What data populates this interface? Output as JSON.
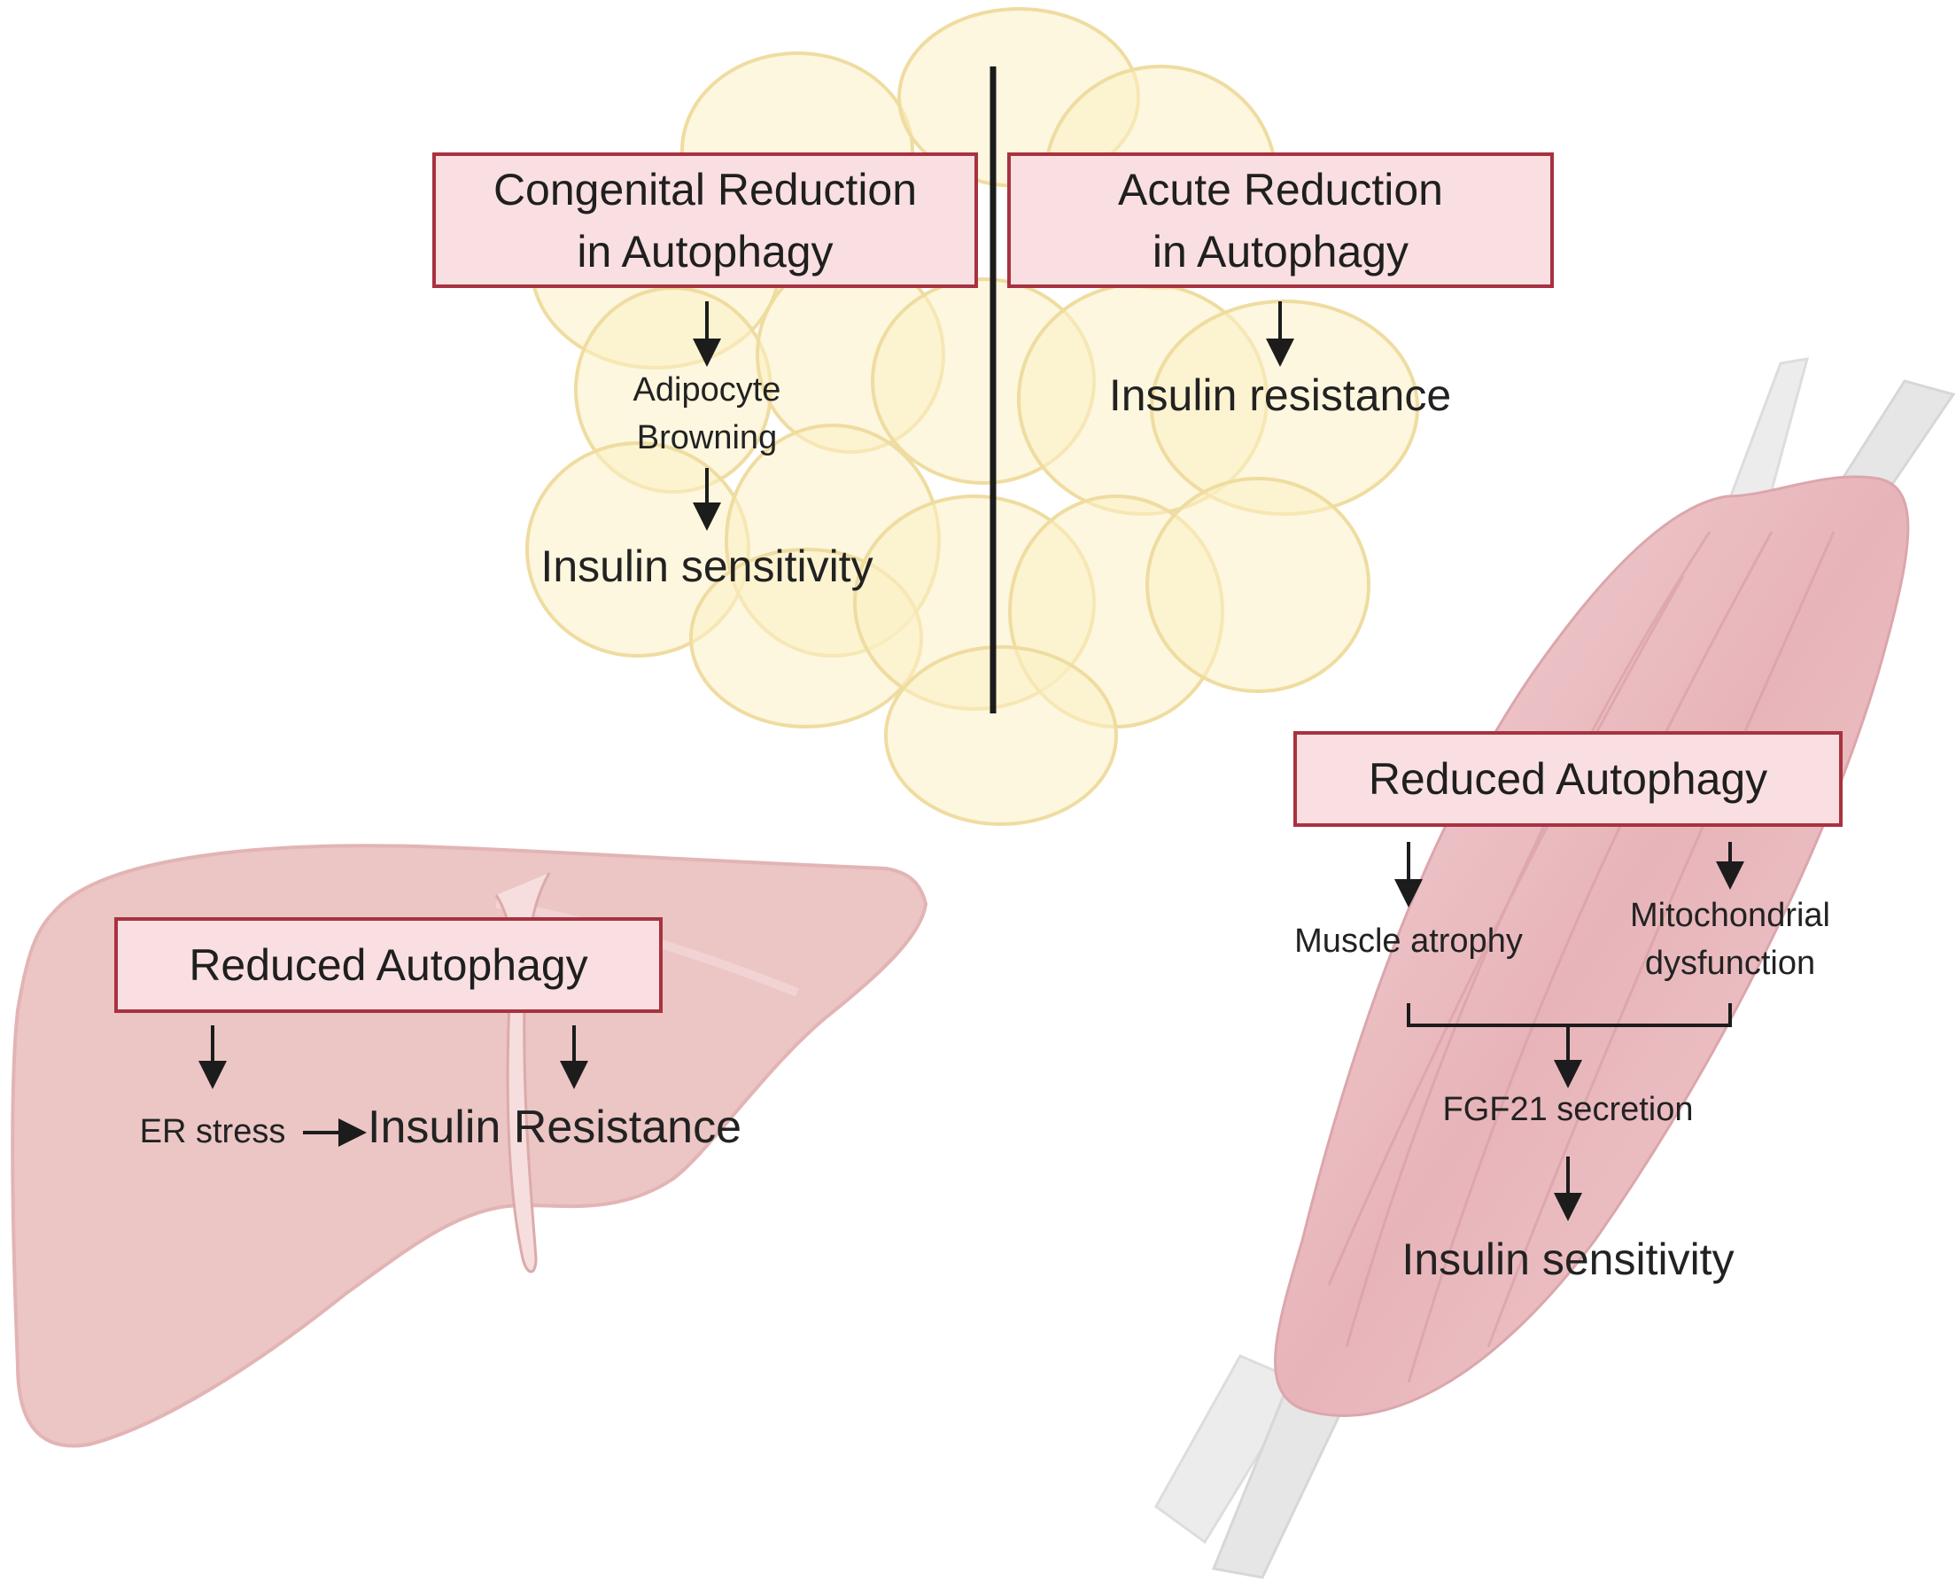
{
  "adipose": {
    "congenital_box": {
      "line1": "Congenital Reduction",
      "line2": "in Autophagy"
    },
    "acute_box": {
      "line1": "Acute Reduction",
      "line2": "in Autophagy"
    },
    "browning": {
      "line1": "Adipocyte",
      "line2": "Browning"
    },
    "congenital_outcome": "Insulin sensitivity",
    "acute_outcome": "Insulin resistance"
  },
  "liver": {
    "box": "Reduced Autophagy",
    "er_stress": "ER stress",
    "outcome": "Insulin Resistance"
  },
  "muscle": {
    "box": "Reduced Autophagy",
    "atrophy": "Muscle atrophy",
    "mito": {
      "line1": "Mitochondrial",
      "line2": "dysfunction"
    },
    "fgf21": "FGF21 secretion",
    "outcome": "Insulin sensitivity"
  },
  "colors": {
    "box_fill": "#f9dfe2",
    "box_border": "#a8323f",
    "adipocyte_fill": "#fbf0c4",
    "liver_fill": "#ecc5c5",
    "muscle_fill": "#e8b9bd",
    "tendon_fill": "#ececec",
    "arrow": "#1c1c1c"
  }
}
